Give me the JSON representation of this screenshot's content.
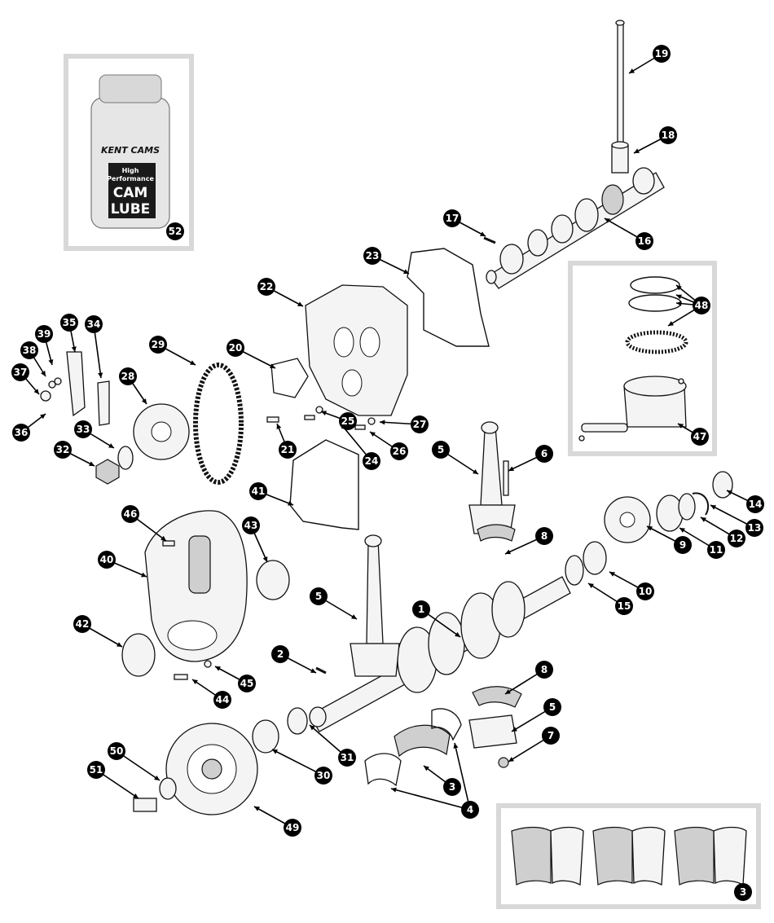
{
  "diagram": {
    "callouts": [
      "1",
      "2",
      "3",
      "4",
      "5",
      "6",
      "7",
      "8",
      "9",
      "10",
      "11",
      "12",
      "13",
      "14",
      "15",
      "16",
      "17",
      "18",
      "19",
      "20",
      "21",
      "22",
      "23",
      "24",
      "25",
      "26",
      "27",
      "28",
      "29",
      "30",
      "31",
      "32",
      "33",
      "34",
      "35",
      "36",
      "37",
      "38",
      "39",
      "40",
      "41",
      "42",
      "43",
      "44",
      "45",
      "46",
      "47",
      "48",
      "49",
      "50",
      "51",
      "52"
    ]
  },
  "product": {
    "brand": "KENT CAMS",
    "line1": "High",
    "line2": "Performance",
    "line3": "CAM",
    "line4": "LUBE"
  },
  "colors": {
    "background": "#ffffff",
    "inset_border": "#d8d8d8",
    "badge": "#000000",
    "part_fill": "#f4f4f4"
  }
}
